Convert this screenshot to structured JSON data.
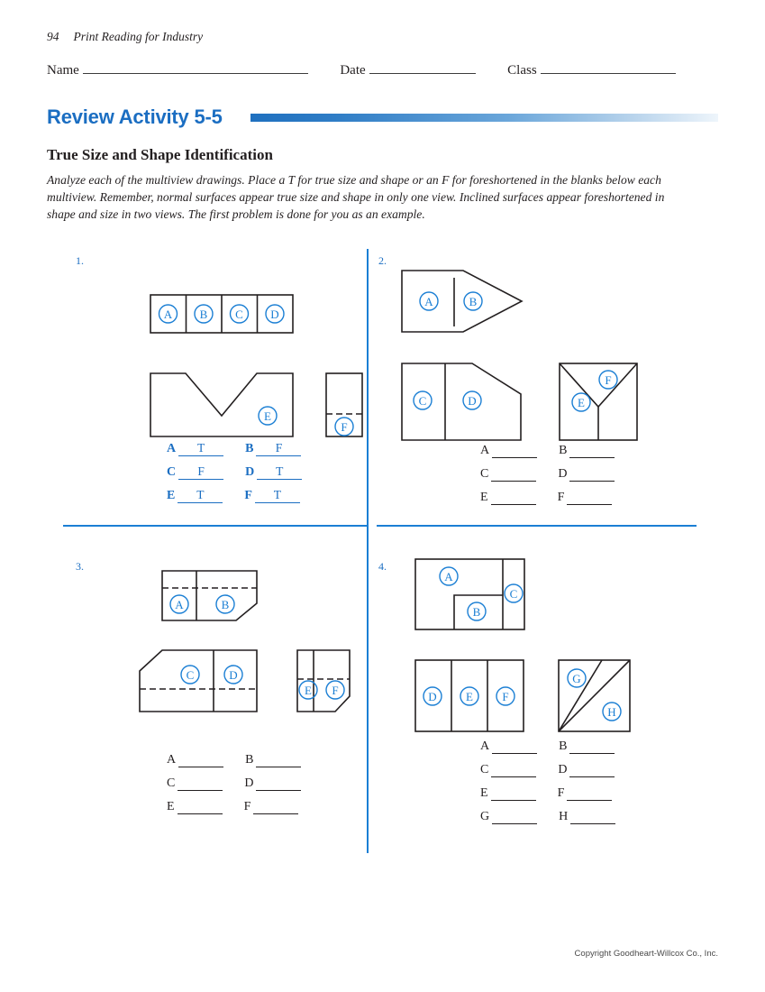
{
  "header": {
    "page_number": "94",
    "book_title": "Print Reading for Industry",
    "name_label": "Name",
    "date_label": "Date",
    "class_label": "Class"
  },
  "activity": {
    "title": "Review Activity 5-5",
    "subtitle": "True Size and Shape Identification",
    "instructions": "Analyze each of the multiview drawings. Place a T for true size and shape or an F for foreshortened in the blanks below each multiview. Remember, normal surfaces appear true size and shape in only one view. Inclined surfaces appear foreshortened in shape and size in two views. The first problem is done for you as an example.",
    "accent_color": "#1b6ec2",
    "rule_color": "#1b7fd4",
    "line_color": "#231f20"
  },
  "problems": [
    {
      "number": "1.",
      "balloons": [
        "A",
        "B",
        "C",
        "D",
        "E",
        "F"
      ],
      "answers": [
        {
          "label": "A",
          "value": "T"
        },
        {
          "label": "B",
          "value": "F"
        },
        {
          "label": "C",
          "value": "F"
        },
        {
          "label": "D",
          "value": "T"
        },
        {
          "label": "E",
          "value": "T"
        },
        {
          "label": "F",
          "value": "T"
        }
      ],
      "answers_filled": true
    },
    {
      "number": "2.",
      "balloons": [
        "A",
        "B",
        "C",
        "D",
        "E",
        "F"
      ],
      "answers": [
        {
          "label": "A",
          "value": ""
        },
        {
          "label": "B",
          "value": ""
        },
        {
          "label": "C",
          "value": ""
        },
        {
          "label": "D",
          "value": ""
        },
        {
          "label": "E",
          "value": ""
        },
        {
          "label": "F",
          "value": ""
        }
      ],
      "answers_filled": false
    },
    {
      "number": "3.",
      "balloons": [
        "A",
        "B",
        "C",
        "D",
        "E",
        "F"
      ],
      "answers": [
        {
          "label": "A",
          "value": ""
        },
        {
          "label": "B",
          "value": ""
        },
        {
          "label": "C",
          "value": ""
        },
        {
          "label": "D",
          "value": ""
        },
        {
          "label": "E",
          "value": ""
        },
        {
          "label": "F",
          "value": ""
        }
      ],
      "answers_filled": false
    },
    {
      "number": "4.",
      "balloons": [
        "A",
        "B",
        "C",
        "D",
        "E",
        "F",
        "G",
        "H"
      ],
      "answers": [
        {
          "label": "A",
          "value": ""
        },
        {
          "label": "B",
          "value": ""
        },
        {
          "label": "C",
          "value": ""
        },
        {
          "label": "D",
          "value": ""
        },
        {
          "label": "E",
          "value": ""
        },
        {
          "label": "F",
          "value": ""
        },
        {
          "label": "G",
          "value": ""
        },
        {
          "label": "H",
          "value": ""
        }
      ],
      "answers_filled": false
    }
  ],
  "footer": {
    "copyright": "Copyright Goodheart-Willcox Co., Inc."
  }
}
